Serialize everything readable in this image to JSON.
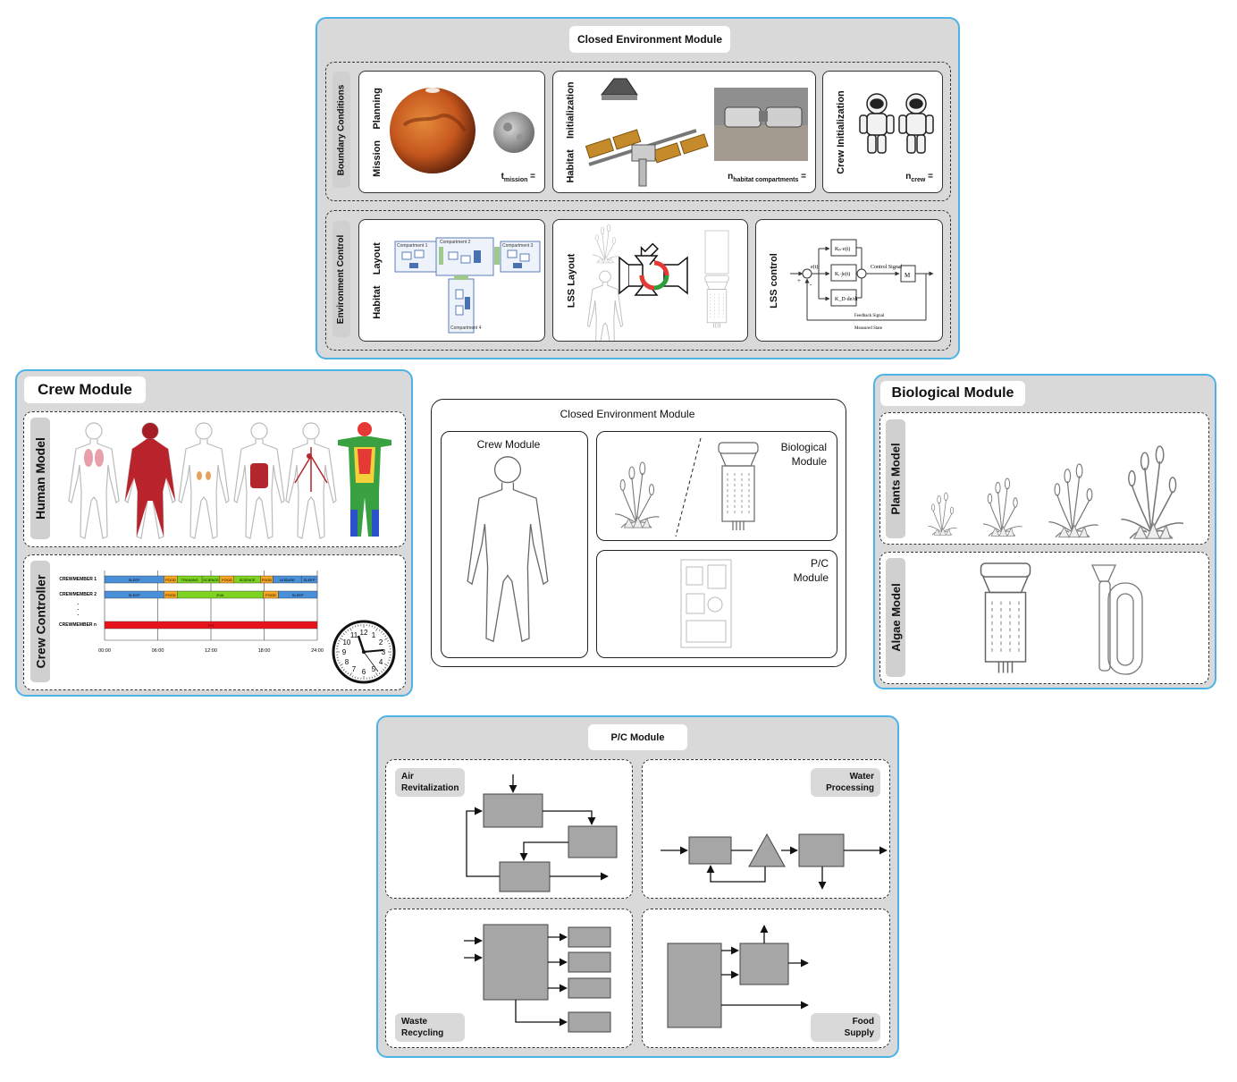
{
  "closed_env": {
    "title": "Closed Environment Module",
    "boundary_label": "Boundary Conditions",
    "environment_label": "Environment Control",
    "mission_planning": {
      "word1": "Mission",
      "word2": "Planning",
      "var": "t",
      "sub": "mission",
      "eq": "="
    },
    "habitat_init": {
      "word1": "Habitat",
      "word2": "Initialization",
      "var": "n",
      "sub": "habitat compartments",
      "eq": "="
    },
    "crew_init": {
      "label": "Crew Initialization",
      "var": "n",
      "sub": "crew",
      "eq": "="
    },
    "habitat_layout": {
      "word1": "Habitat",
      "word2": "Layout",
      "c1": "Compartment 1",
      "c2": "Compartment 2",
      "c3": "Compartment 3",
      "c4": "Compartment 4"
    },
    "lss_layout": {
      "label": "LSS Layout"
    },
    "lss_control": {
      "label": "LSS control",
      "control_signal": "Control Signal",
      "feedback_signal": "Feedback Signal",
      "measured_state": "Measured State",
      "m": "M",
      "et": "e(t)",
      "plus": "+",
      "minus": "-"
    }
  },
  "crew_module": {
    "title": "Crew Module",
    "human_model_label": "Human Model",
    "crew_controller_label": "Crew Controller",
    "rows": [
      {
        "name": "CREWMEMBER 1",
        "segments": [
          {
            "label": "SLEEP",
            "start": 0,
            "end": 6.7,
            "color": "#4a90d9"
          },
          {
            "label": "FOOD",
            "start": 6.7,
            "end": 8.2,
            "color": "#f5a623"
          },
          {
            "label": "TRAINING",
            "start": 8.2,
            "end": 11.0,
            "color": "#7ed321"
          },
          {
            "label": "SCIENCE",
            "start": 11.0,
            "end": 13.0,
            "color": "#7ed321"
          },
          {
            "label": "FOOD",
            "start": 13.0,
            "end": 14.6,
            "color": "#f5a623"
          },
          {
            "label": "SCIENCE",
            "start": 14.6,
            "end": 17.6,
            "color": "#7ed321"
          },
          {
            "label": "FOOD",
            "start": 17.6,
            "end": 19.0,
            "color": "#f5a623"
          },
          {
            "label": "LEISURE",
            "start": 19.0,
            "end": 22.2,
            "color": "#4a90d9"
          },
          {
            "label": "SLEEP",
            "start": 22.2,
            "end": 24,
            "color": "#4a90d9"
          }
        ]
      },
      {
        "name": "CREWMEMBER 2",
        "segments": [
          {
            "label": "SLEEP",
            "start": 0,
            "end": 6.7,
            "color": "#4a90d9"
          },
          {
            "label": "FOOD",
            "start": 6.7,
            "end": 8.2,
            "color": "#f5a623"
          },
          {
            "label": "EVA",
            "start": 8.2,
            "end": 17.9,
            "color": "#7ed321"
          },
          {
            "label": "FOOD",
            "start": 17.9,
            "end": 19.6,
            "color": "#f5a623"
          },
          {
            "label": "SLEEP",
            "start": 19.6,
            "end": 24,
            "color": "#4a90d9"
          }
        ]
      },
      {
        "name": "CREWMEMBER n",
        "segments": [
          {
            "label": "???",
            "start": 0,
            "end": 24,
            "color": "#e8141b"
          }
        ]
      }
    ],
    "ellipsis": ".",
    "ticks": [
      "00:00",
      "06:00",
      "12:00",
      "18:00",
      "24:00"
    ],
    "clock_numbers": [
      "12",
      "1",
      "2",
      "3",
      "4",
      "5",
      "6",
      "7",
      "8",
      "9",
      "10",
      "11"
    ]
  },
  "center": {
    "title": "Closed Environment Module",
    "crew": "Crew Module",
    "bio_line1": "Biological",
    "bio_line2": "Module",
    "pc_line1": "P/C",
    "pc_line2": "Module"
  },
  "bio_module": {
    "title": "Biological Module",
    "plants_label": "Plants Model",
    "algae_label": "Algae Model"
  },
  "pc_module": {
    "title": "P/C Module",
    "air_line1": "Air",
    "air_line2": "Revitalization",
    "water_line1": "Water",
    "water_line2": "Processing",
    "waste_line1": "Waste",
    "waste_line2": "Recycling",
    "food_line1": "Food",
    "food_line2": "Supply"
  }
}
